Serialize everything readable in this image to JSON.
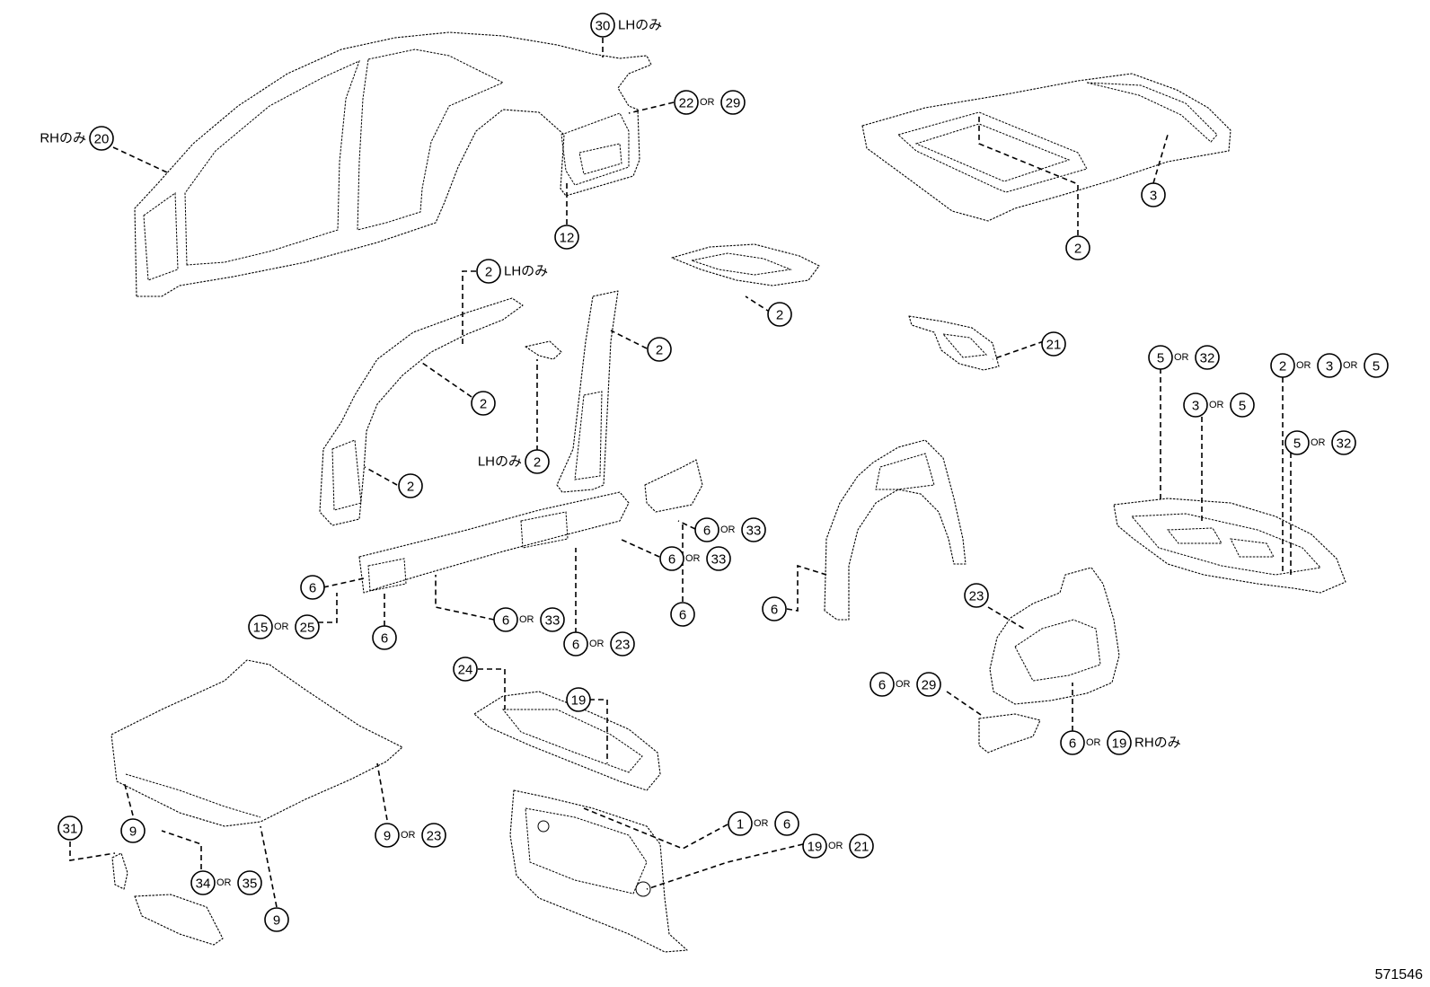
{
  "diagram_code": "571546",
  "callouts": [
    {
      "nums": [
        "30"
      ],
      "note_after": "LHのみ"
    },
    {
      "nums": [
        "22",
        "29"
      ]
    },
    {
      "nums": [
        "20"
      ],
      "note_before": "RHのみ"
    },
    {
      "nums": [
        "12"
      ]
    },
    {
      "nums": [
        "3"
      ]
    },
    {
      "nums": [
        "2"
      ]
    },
    {
      "nums": [
        "2"
      ],
      "note_after": "LHのみ"
    },
    {
      "nums": [
        "2"
      ]
    },
    {
      "nums": [
        "2"
      ]
    },
    {
      "nums": [
        "2"
      ]
    },
    {
      "nums": [
        "2"
      ]
    },
    {
      "nums": [
        "2"
      ],
      "note_before": "LHのみ"
    },
    {
      "nums": [
        "21"
      ]
    },
    {
      "nums": [
        "5",
        "32"
      ]
    },
    {
      "nums": [
        "2",
        "3",
        "5"
      ]
    },
    {
      "nums": [
        "3",
        "5"
      ]
    },
    {
      "nums": [
        "5",
        "32"
      ]
    },
    {
      "nums": [
        "6",
        "33"
      ]
    },
    {
      "nums": [
        "6",
        "33"
      ]
    },
    {
      "nums": [
        "6"
      ]
    },
    {
      "nums": [
        "6"
      ]
    },
    {
      "nums": [
        "15",
        "25"
      ]
    },
    {
      "nums": [
        "6"
      ]
    },
    {
      "nums": [
        "6",
        "33"
      ]
    },
    {
      "nums": [
        "6",
        "23"
      ]
    },
    {
      "nums": [
        "6"
      ]
    },
    {
      "nums": [
        "23"
      ]
    },
    {
      "nums": [
        "24"
      ]
    },
    {
      "nums": [
        "19"
      ]
    },
    {
      "nums": [
        "6",
        "29"
      ]
    },
    {
      "nums": [
        "6",
        "19"
      ],
      "note_after": "RHのみ"
    },
    {
      "nums": [
        "31"
      ]
    },
    {
      "nums": [
        "9"
      ]
    },
    {
      "nums": [
        "9",
        "23"
      ]
    },
    {
      "nums": [
        "34",
        "35"
      ]
    },
    {
      "nums": [
        "9"
      ]
    },
    {
      "nums": [
        "1",
        "6"
      ]
    },
    {
      "nums": [
        "19",
        "21"
      ]
    }
  ],
  "or_label": "OR",
  "icons": [
    "side-panel-outer",
    "roof-panel",
    "front-pillar-inner",
    "center-pillar",
    "rocker-panel",
    "rear-wheelhouse",
    "rear-floor",
    "front-apron",
    "hood",
    "cowl-panel",
    "dash-panel"
  ]
}
